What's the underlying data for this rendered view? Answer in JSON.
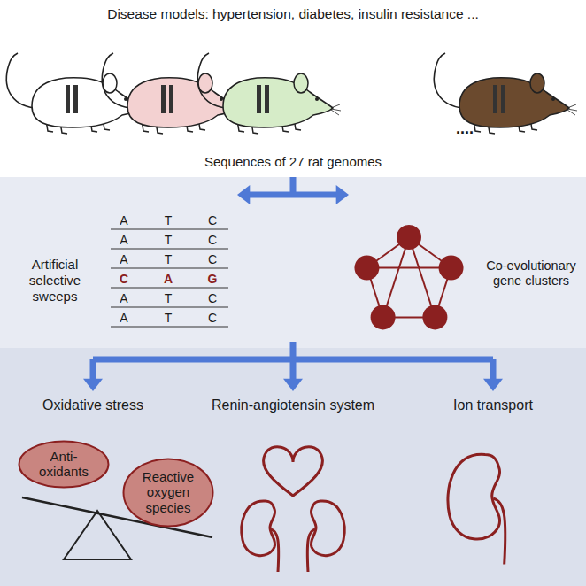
{
  "diagram": {
    "title": "Disease models: hypertension, diabetes, insulin resistance ...",
    "nodes": [
      {
        "text": [
          "Anti-oxidants"
        ]
      },
      {
        "text": [
          "Reactive oxygen species"
        ]
      }
    ],
    "labels": [
      "....",
      "Sequences of 27 rat genomes",
      "Artificial selective sweeps",
      "A",
      "T",
      "C",
      "A",
      "T",
      "C",
      "A",
      "T",
      "C",
      "C",
      "A",
      "G",
      "A",
      "T",
      "C",
      "A",
      "T",
      "C",
      "Co-evolutionary gene clusters",
      "Oxidative stress",
      "Renin-angiotensin system",
      "Ion transport"
    ]
  }
}
